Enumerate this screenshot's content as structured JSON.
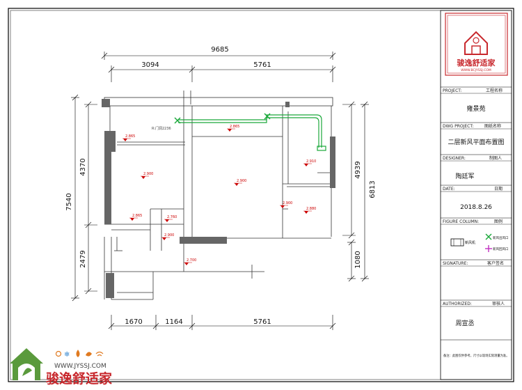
{
  "dimensions": {
    "top_total": "9685",
    "top_left": "3094",
    "top_right": "5761",
    "left_total": "7540",
    "left_upper": "4370",
    "left_lower": "2479",
    "right_upper": "4939",
    "right_total": "6813",
    "right_lower": "1080",
    "bottom_1": "1670",
    "bottom_2": "1164",
    "bottom_3": "5761"
  },
  "plan_labels": {
    "door_note": "R:门洞2236",
    "levels": [
      "2.865",
      "2.865",
      "2.900",
      "2.900",
      "2.910",
      "2.865",
      "2.760",
      "2.900",
      "2.880",
      "2.900",
      "2.700"
    ]
  },
  "title_block": {
    "logo_text": "骏逸舒适家",
    "logo_url": "WWW.BCJYSSJ.COM",
    "project_label": "PROJECT:",
    "project_label_cn": "工程名称",
    "project_value": "雍景苑",
    "dwg_label": "DWG PROJECT:",
    "dwg_label_cn": "图纸名称",
    "dwg_value": "二层新风平面布置图",
    "designer_label": "DESIGNER:",
    "designer_label_cn": "制图人",
    "designer_value": "陶廷军",
    "date_label": "DATE:",
    "date_label_cn": "日期",
    "date_value": "2018.8.26",
    "figure_label": "FIGURE COLUMN:",
    "figure_label_cn": "图例",
    "legend_unit": "新风机",
    "legend_supply": "新风出风口",
    "legend_return": "新风回风口",
    "signature_label": "SIGNATURE:",
    "signature_label_cn": "客户签名",
    "authorized_label": "AUTHORIZED:",
    "authorized_label_cn": "审核人",
    "authorized_value": "周宣丞",
    "note": "备注：此图仅供参考，尺寸以现场实际测量为准。"
  },
  "footer_logo": {
    "url": "WWW.JYSSJ.COM",
    "brand": "骏逸舒适家"
  },
  "colors": {
    "duct": "#1aa83a",
    "level_mark": "#cc0000",
    "wall": "#666666",
    "logo_red": "#c8282d",
    "logo_green": "#5a9a3c"
  }
}
